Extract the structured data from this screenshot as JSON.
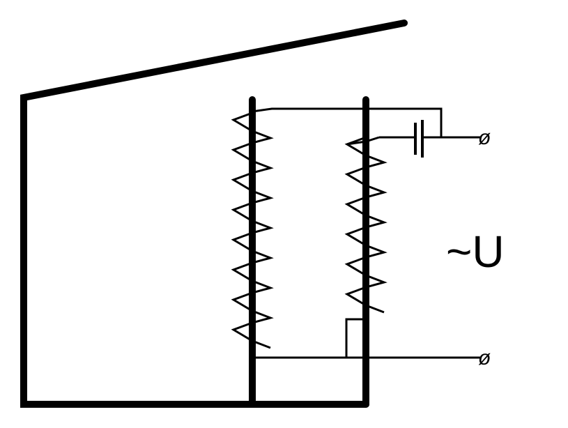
{
  "diagram": {
    "voltage_label": "~U",
    "terminal_top_symbol": "ø",
    "terminal_bottom_symbol": "ø",
    "colors": {
      "line": "#000000",
      "background": "#ffffff"
    }
  }
}
